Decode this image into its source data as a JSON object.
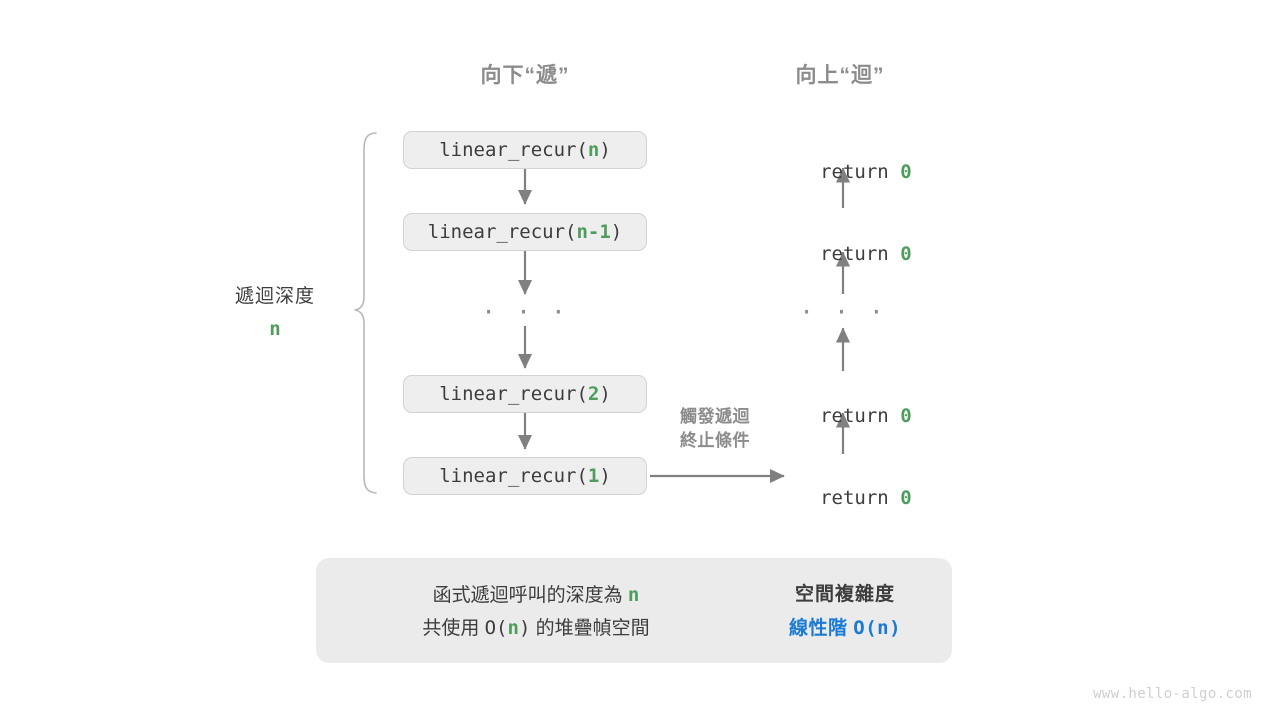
{
  "headings": {
    "down": "向下“遞”",
    "up": "向上“迴”"
  },
  "depth_bracket": {
    "title": "遞迴深度",
    "value": "n"
  },
  "call_stack": [
    {
      "prefix": "linear_recur(",
      "arg": "n",
      "suffix": ")"
    },
    {
      "prefix": "linear_recur(",
      "arg": "n-1",
      "suffix": ")"
    },
    {
      "prefix": "linear_recur(",
      "arg": "2",
      "suffix": ")"
    },
    {
      "prefix": "linear_recur(",
      "arg": "1",
      "suffix": ")"
    }
  ],
  "returns": [
    {
      "keyword": "return ",
      "value": "0"
    },
    {
      "keyword": "return ",
      "value": "0"
    },
    {
      "keyword": "return ",
      "value": "0"
    },
    {
      "keyword": "return ",
      "value": "0"
    }
  ],
  "ellipsis": {
    "left": "· · ·",
    "right": "· · ·"
  },
  "base_case_note": "觸發遞迴\n終止條件",
  "summary": {
    "left_line1_a": "函式遞迴呼叫的深度為 ",
    "left_line1_n": "n",
    "left_line2_a": "共使用 ",
    "left_line2_b": "O(",
    "left_line2_n": "n",
    "left_line2_c": ")",
    "left_line2_d": " 的堆疊幀空間",
    "arrow_icon": "right-arrow-icon",
    "right_title": "空間複雜度",
    "right_order": "線性階 ",
    "right_complexity": "O(n)"
  },
  "watermark": "www.hello-algo.com",
  "colors": {
    "green": "#4f9d5d",
    "blue": "#1a7ad4",
    "gray_text": "#3d3d3d",
    "gray_muted": "#8c8c8c",
    "box_fill": "#eeeeee",
    "panel_fill": "#ebebeb",
    "arrow": "#808080"
  }
}
